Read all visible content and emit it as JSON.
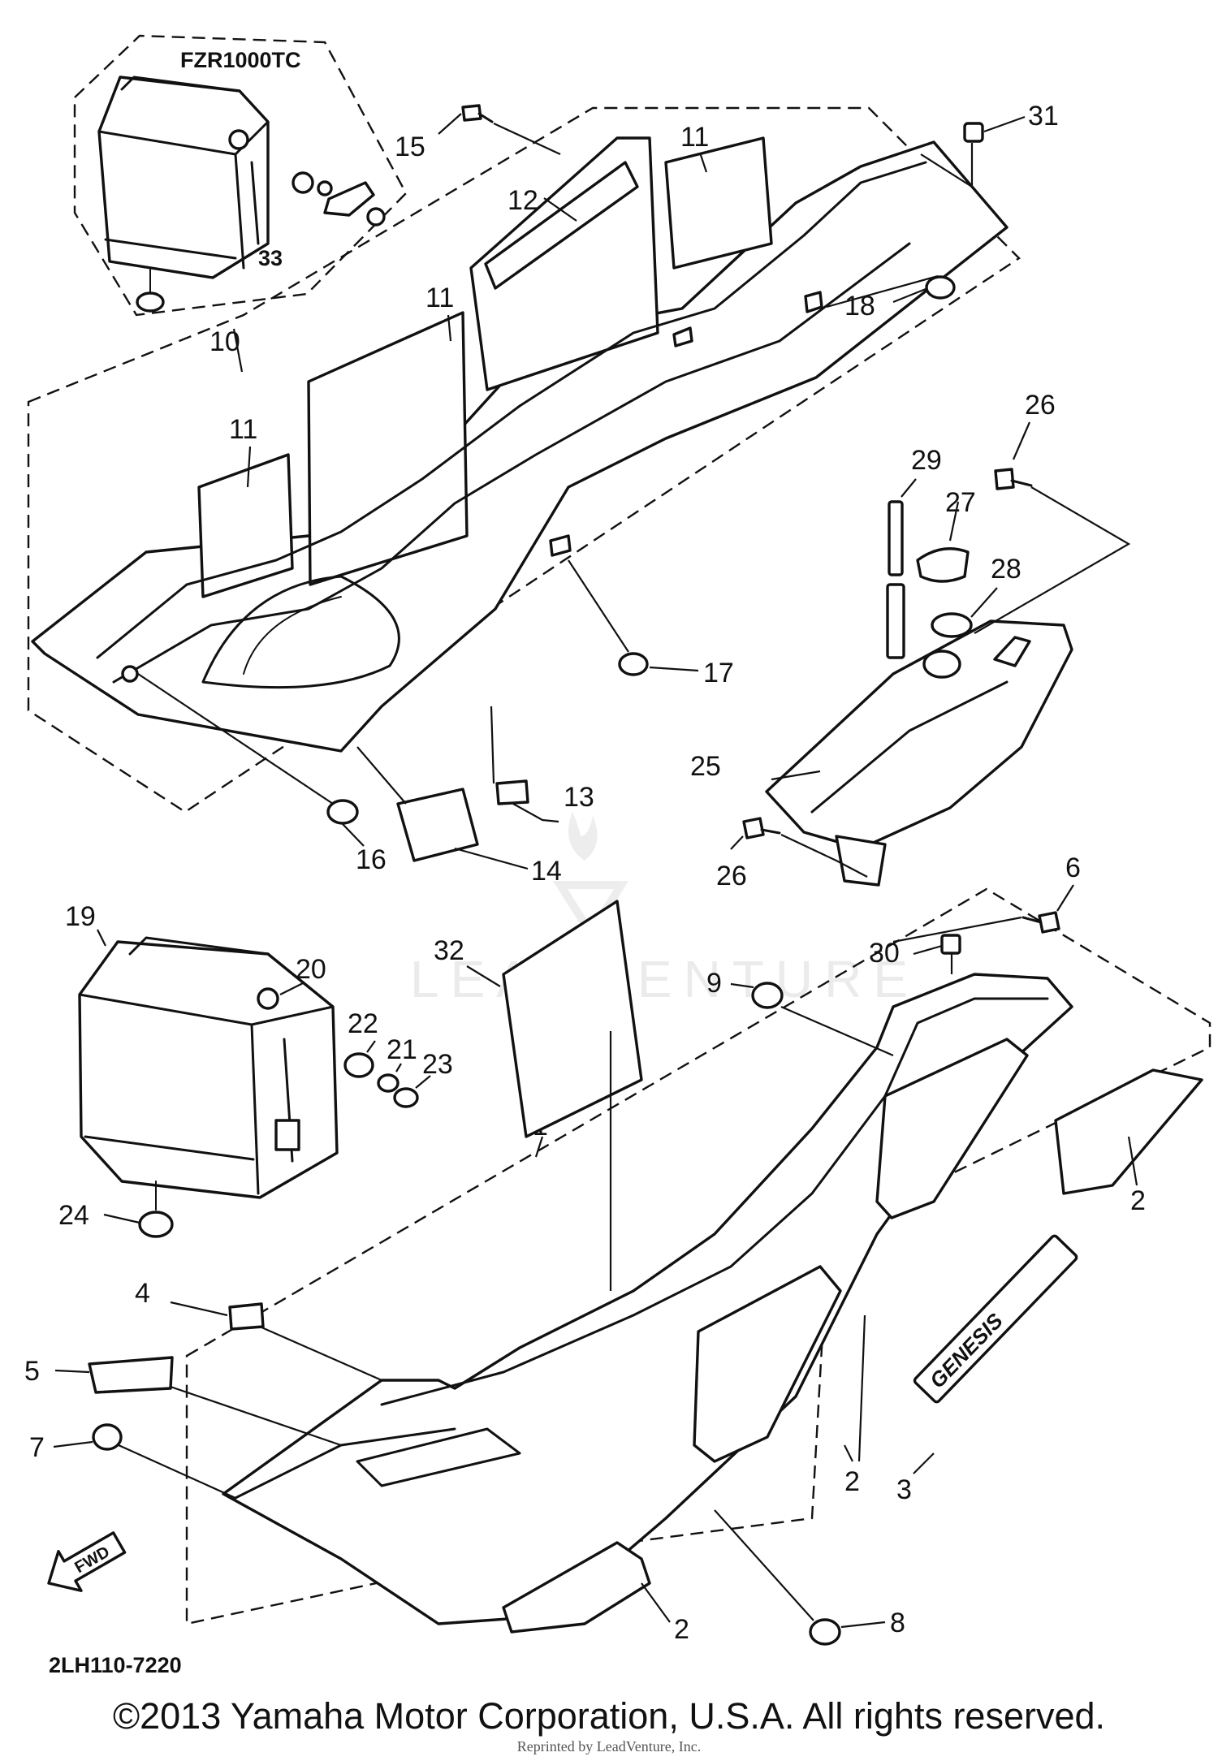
{
  "diagram": {
    "model_label": "FZR1000TC",
    "diagram_code": "2LH110-7220",
    "fwd_label": "FWD",
    "decal_text": "GENESIS",
    "watermark": "LEADVENTURE",
    "callouts": {
      "c1": "1",
      "c2a": "2",
      "c2b": "2",
      "c2c": "2",
      "c3": "3",
      "c4": "4",
      "c5": "5",
      "c6": "6",
      "c7": "7",
      "c8": "8",
      "c9": "9",
      "c10": "10",
      "c11a": "11",
      "c11b": "11",
      "c11c": "11",
      "c12": "12",
      "c13": "13",
      "c14": "14",
      "c15": "15",
      "c16": "16",
      "c17": "17",
      "c18": "18",
      "c19": "19",
      "c20": "20",
      "c21": "21",
      "c22": "22",
      "c23": "23",
      "c24": "24",
      "c25": "25",
      "c26a": "26",
      "c26b": "26",
      "c27": "27",
      "c28": "28",
      "c29": "29",
      "c30": "30",
      "c31": "31",
      "c32": "32",
      "c33": "33"
    }
  },
  "footer": {
    "copyright": "©2013 Yamaha Motor Corporation, U.S.A. All rights reserved.",
    "note": "Reprinted by LeadVenture, Inc."
  }
}
